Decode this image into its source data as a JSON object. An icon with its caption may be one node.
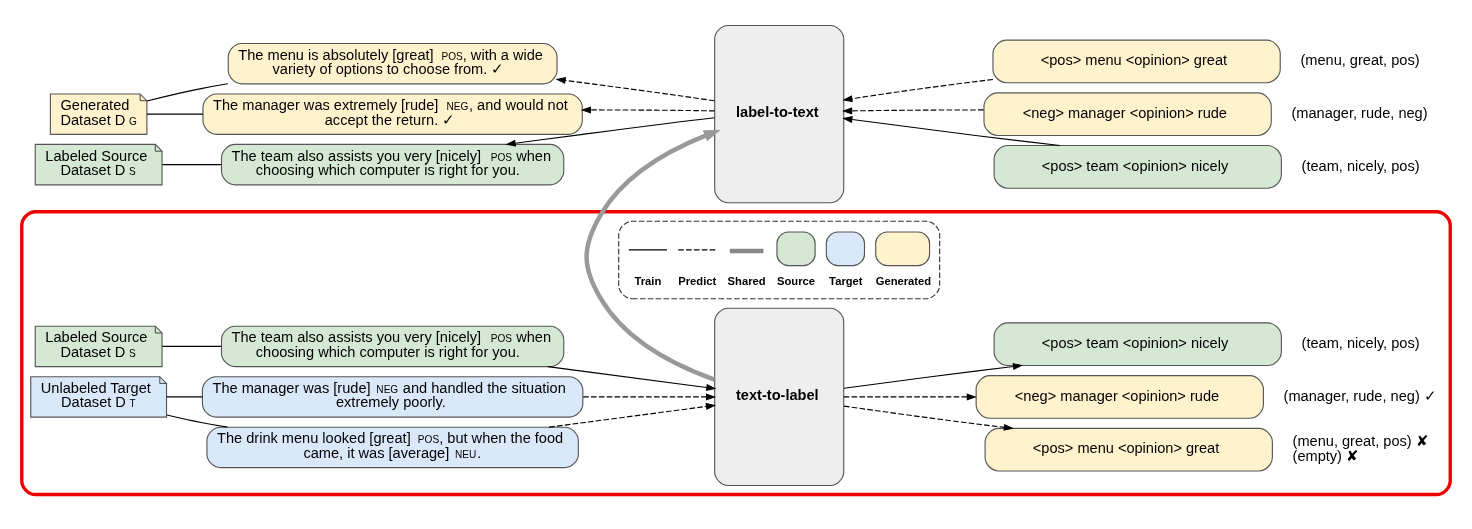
{
  "diagram": {
    "nodes": [
      {
        "text": [],
        "shape": "box"
      },
      {
        "text": [
          "Labeled Source Dataset D$_{S}$"
        ],
        "in": 0
      },
      {
        "text": [
          "The team also assists you very [nicely]$_{POS}$ when choosing which computer is right for you."
        ],
        "in": 0
      },
      {
        "text": [
          "Unlabeled Target Dataset D$_{T}$"
        ],
        "in": 0
      },
      {
        "text": [
          "The manager was [rude]$_{NEG}$ and handled the situation extremely poorly."
        ],
        "in": 0
      },
      {
        "text": [
          "The drink menu looked [great]$_{POS}$, but when the food came, it was [average]$_{NEU}$."
        ],
        "in": 0
      },
      {
        "text": [
          "text-to-label"
        ],
        "in": 0
      },
      {
        "text": [
          "<pos> team <opinion> nicely"
        ],
        "beside": [
          "(team, nicely, pos)"
        ],
        "in": 0
      },
      {
        "text": [
          "<neg> manager <opinion> rude"
        ],
        "beside": [
          "(manager, rude, neg) ✓"
        ],
        "in": 0
      },
      {
        "text": [
          "<pos> menu <opinion> great"
        ],
        "beside": [
          "(menu, great, pos) ✘",
          "(empty) ✘"
        ],
        "in": 0
      },
      {
        "text": [
          "Labeled Source Dataset D$_{S}$"
        ]
      },
      {
        "text": [
          "The team also assists you very [nicely]$_{POS}$ when choosing which computer is right for you."
        ]
      },
      {
        "text": [
          "Generated Dataset D$_{G}$"
        ]
      },
      {
        "text": [
          "The manager was extremely [rude]$_{NEG}$, and would not accept the return. ✓"
        ]
      },
      {
        "text": [
          "The menu is absolutely [great]$_{POS}$, with a wide variety of options to choose from. ✓"
        ]
      },
      {
        "text": [
          "label-to-text"
        ]
      },
      {
        "text": [
          "<pos> team <opinion> nicely"
        ],
        "beside": [
          "(team, nicely, pos)"
        ]
      },
      {
        "text": [
          "<neg> manager <opinion> rude"
        ],
        "beside": [
          "(manager, rude, neg)"
        ]
      },
      {
        "text": [
          "<pos> menu <opinion> great"
        ],
        "beside": [
          "(menu, great, pos)"
        ]
      }
    ],
    "edges": [
      {
        "from": 1,
        "to": 2,
        "arrow": "none"
      },
      {
        "from": 2,
        "to": 6,
        "arrow": "to"
      },
      {
        "from": 3,
        "to": 4,
        "arrow": "none"
      },
      {
        "from": 3,
        "to": 5,
        "arrow": "none"
      },
      {
        "from": 4,
        "to": 6,
        "arrow": "to",
        "style": "dashed"
      },
      {
        "from": 5,
        "to": 6,
        "arrow": "to",
        "style": "dashed"
      },
      {
        "from": 6,
        "to": 7,
        "arrow": "to"
      },
      {
        "from": 6,
        "to": 8,
        "arrow": "to",
        "style": "dashed"
      },
      {
        "from": 6,
        "to": 9,
        "arrow": "to",
        "style": "dashed"
      },
      {
        "from": 6,
        "to": 15,
        "arrow": "to",
        "style": "thick",
        "color": "#999999"
      },
      {
        "from": 10,
        "to": 11,
        "arrow": "none"
      },
      {
        "from": 15,
        "to": 11,
        "arrow": "to"
      },
      {
        "from": 12,
        "to": 13,
        "arrow": "none"
      },
      {
        "from": 12,
        "to": 14,
        "arrow": "none"
      },
      {
        "from": 15,
        "to": 13,
        "arrow": "to",
        "style": "dashed"
      },
      {
        "from": 15,
        "to": 14,
        "arrow": "to",
        "style": "dashed"
      },
      {
        "from": 16,
        "to": 15,
        "arrow": "to"
      },
      {
        "from": 17,
        "to": 15,
        "arrow": "to",
        "style": "dashed"
      },
      {
        "from": 18,
        "to": 15,
        "arrow": "to",
        "style": "dashed"
      }
    ],
    "legend": [
      {
        "text": "Train"
      },
      {
        "text": "Predict"
      },
      {
        "text": "Shared"
      },
      {
        "text": "Source",
        "color": "#d5e8d4"
      },
      {
        "text": "Target",
        "color": "#dae8fc"
      },
      {
        "text": "Generated",
        "color": "#fff2cc"
      }
    ]
  }
}
